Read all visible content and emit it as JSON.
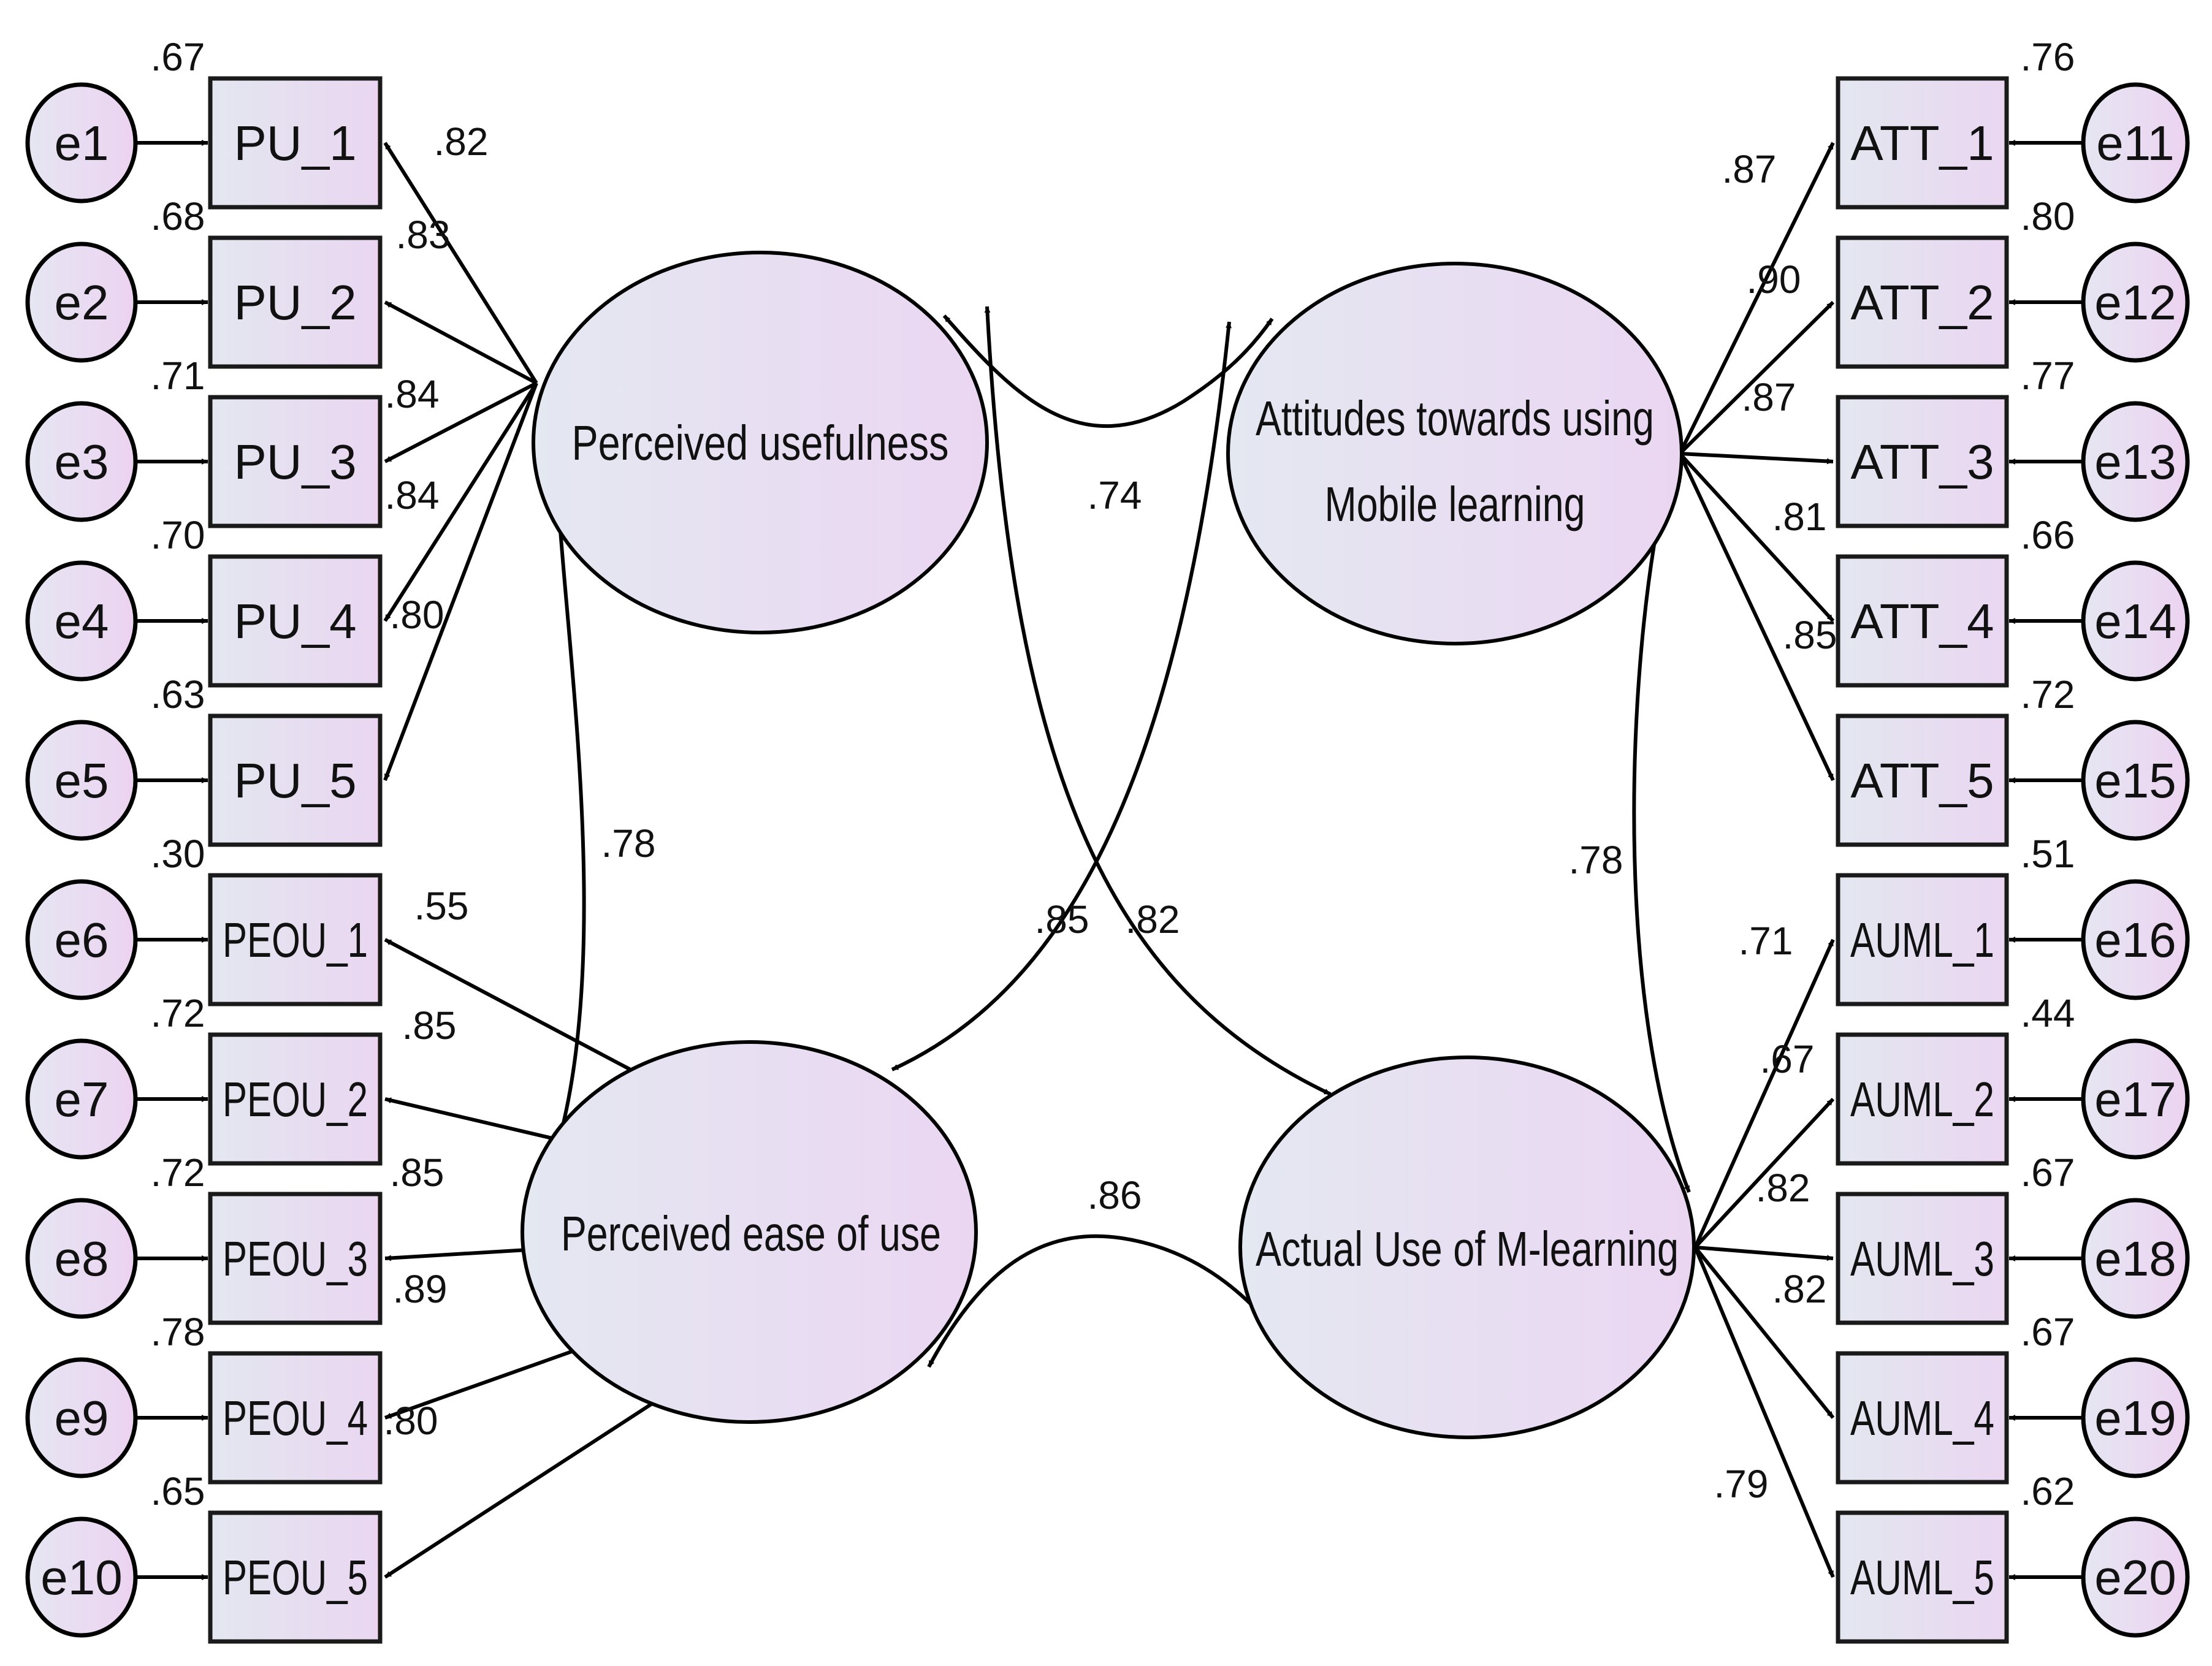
{
  "latents": {
    "pu": "Perceived usefulness",
    "peou": "Perceived ease of use",
    "att_line1": "Attitudes towards using",
    "att_line2": "Mobile learning",
    "auml": "Actual Use of M-learning"
  },
  "left_indicators": [
    {
      "name": "PU_1",
      "error": "e1",
      "loading": ".82",
      "r2": ".67"
    },
    {
      "name": "PU_2",
      "error": "e2",
      "loading": ".83",
      "r2": ".68"
    },
    {
      "name": "PU_3",
      "error": "e3",
      "loading": ".84",
      "r2": ".71"
    },
    {
      "name": "PU_4",
      "error": "e4",
      "loading": ".84",
      "r2": ".70"
    },
    {
      "name": "PU_5",
      "error": "e5",
      "loading": ".80",
      "r2": ".63"
    },
    {
      "name": "PEOU_1",
      "error": "e6",
      "loading": ".55",
      "r2": ".30"
    },
    {
      "name": "PEOU_2",
      "error": "e7",
      "loading": ".85",
      "r2": ".72"
    },
    {
      "name": "PEOU_3",
      "error": "e8",
      "loading": ".85",
      "r2": ".72"
    },
    {
      "name": "PEOU_4",
      "error": "e9",
      "loading": ".89",
      "r2": ".78"
    },
    {
      "name": "PEOU_5",
      "error": "e10",
      "loading": ".80",
      "r2": ".65"
    }
  ],
  "right_indicators": [
    {
      "name": "ATT_1",
      "error": "e11",
      "loading": ".87",
      "r2": ".76"
    },
    {
      "name": "ATT_2",
      "error": "e12",
      "loading": ".90",
      "r2": ".80"
    },
    {
      "name": "ATT_3",
      "error": "e13",
      "loading": ".87",
      "r2": ".77"
    },
    {
      "name": "ATT_4",
      "error": "e14",
      "loading": ".81",
      "r2": ".66"
    },
    {
      "name": "ATT_5",
      "error": "e15",
      "loading": ".85",
      "r2": ".72"
    },
    {
      "name": "AUML_1",
      "error": "e16",
      "loading": ".71",
      "r2": ".51"
    },
    {
      "name": "AUML_2",
      "error": "e17",
      "loading": ".67",
      "r2": ".44"
    },
    {
      "name": "AUML_3",
      "error": "e18",
      "loading": ".82",
      "r2": ".67"
    },
    {
      "name": "AUML_4",
      "error": "e19",
      "loading": ".82",
      "r2": ".67"
    },
    {
      "name": "AUML_5",
      "error": "e20",
      "loading": ".79",
      "r2": ".62"
    }
  ],
  "correlations": {
    "pu_att": ".74",
    "pu_peou": ".78",
    "att_auml": ".78",
    "att_peou": ".85",
    "pu_auml": ".82",
    "peou_auml": ".86"
  },
  "colors": {
    "fill_light": "#e4e8f1",
    "fill_pink": "#ebd6f2",
    "stroke": "#000000"
  }
}
